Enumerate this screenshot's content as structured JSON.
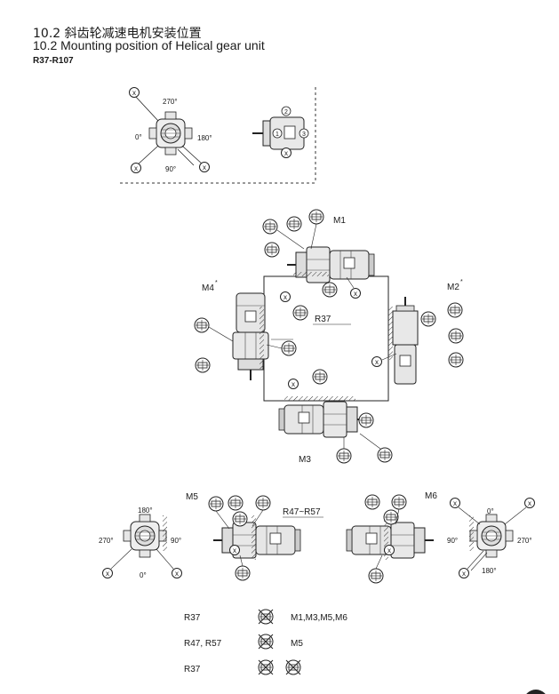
{
  "header": {
    "title_cn": "10.2 斜齿轮减速电机安装位置",
    "title_en": "10.2 Mounting position of Helical gear unit",
    "subtitle": "R37-R107"
  },
  "legend_top": {
    "angles": [
      "270°",
      "0°",
      "180°",
      "90°"
    ],
    "x_mark": "x",
    "side_numbers": [
      "1",
      "2",
      "3"
    ]
  },
  "main_diagram": {
    "positions": [
      "M1",
      "M2",
      "M3",
      "M4"
    ],
    "star": "*",
    "center_label": "R37"
  },
  "bottom_diagram": {
    "left_position": "M5",
    "right_position": "M6",
    "center_label": "R47~R57",
    "left_angles": [
      "180°",
      "270°",
      "90°",
      "0°"
    ],
    "right_angles": [
      "0°",
      "90°",
      "270°",
      "180°"
    ]
  },
  "notes": [
    {
      "model": "R37",
      "positions": "M1,M3,M5,M6"
    },
    {
      "model": "R47, R57",
      "positions": "M5"
    },
    {
      "model": "R37",
      "positions": ""
    }
  ]
}
